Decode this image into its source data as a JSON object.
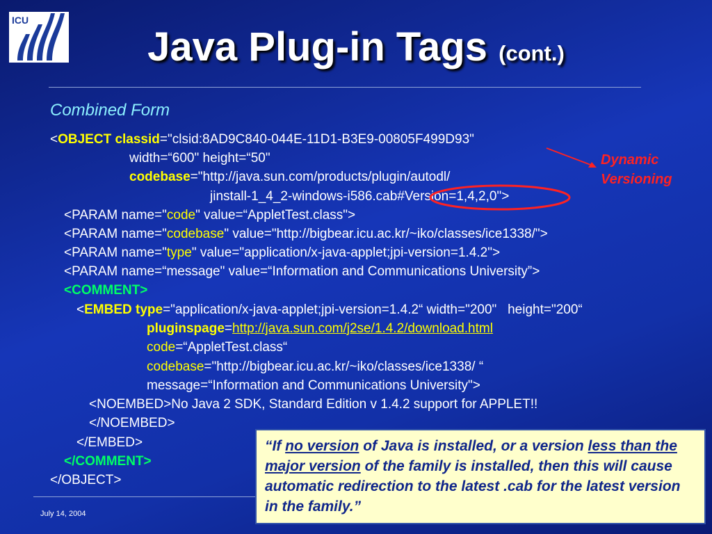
{
  "slide": {
    "title": "Java Plug-in Tags",
    "title_suffix": "(cont.)",
    "subtitle": "Combined Form",
    "date": "July 14, 2004",
    "logo_text": "ICU"
  },
  "code": {
    "l1_open": "<",
    "l1_tag": "OBJECT classid",
    "l1_rest": "=\"clsid:8AD9C840-044E-11D1-B3E9-00805F499D93\"",
    "l2": "width=“600\" height=“50\"",
    "l3_attr": "codebase",
    "l3_rest": "=\"http://java.sun.com/products/plugin/autodl/",
    "l4": "jinstall-1_4_2-windows-i586.cab#Version=1,4,2,0\">",
    "l5_a": "<PARAM name=\"",
    "l5_b": "code",
    "l5_c": "\" value=“AppletTest.class\">",
    "l6_a": "<PARAM name=\"",
    "l6_b": "codebase",
    "l6_c": "\" value=\"http://bigbear.icu.ac.kr/~iko/classes/ice1338/\">",
    "l7_a": "<PARAM name=\"",
    "l7_b": "type",
    "l7_c": "\" value=\"application/x-java-applet;jpi-version=1.4.2\">",
    "l8": "<PARAM name=“message\" value=“Information and Communications University”>",
    "l9": "<COMMENT>",
    "l10_open": "<",
    "l10_tag": "EMBED type",
    "l10_rest": "=\"application/x-java-applet;jpi-version=1.4.2“ width=\"200\"   height=\"200“",
    "l11_attr": "pluginspage",
    "l11_eq": "=",
    "l11_link": "http://java.sun.com/j2se/1.4.2/download.html",
    "l12_attr": "code",
    "l12_rest": "=“AppletTest.class“",
    "l13_attr": "codebase",
    "l13_rest": "=\"http://bigbear.icu.ac.kr/~iko/classes/ice1338/ “",
    "l14": "message=“Information and Communications University\">",
    "l15": "<NOEMBED>No Java 2 SDK, Standard Edition v 1.4.2 support for APPLET!!",
    "l16": "</NOEMBED>",
    "l17": "</EMBED>",
    "l18": "</COMMENT>",
    "l19": "</OBJECT>"
  },
  "callout": {
    "line1": "Dynamic",
    "line2": "Versioning"
  },
  "note": {
    "p1": "“If ",
    "u1": "no version",
    "p2": " of Java is installed, or a version ",
    "u2": "less than the major version",
    "p3": " of the family is installed, then this will cause automatic redirection to the latest .cab for the latest version in the family.”"
  },
  "colors": {
    "background": "#1636b8",
    "keyword": "#ffff00",
    "comment_tag": "#00ff66",
    "subtitle": "#8cf0ff",
    "callout": "#ff2222",
    "note_bg": "#ffffcc",
    "note_text": "#10268a"
  }
}
